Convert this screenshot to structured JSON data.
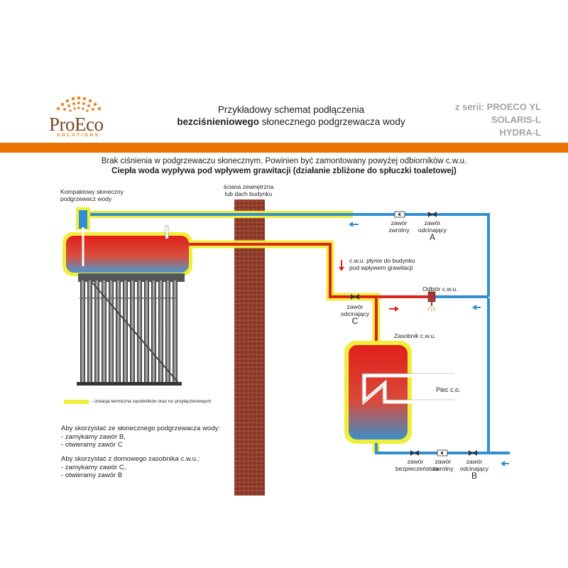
{
  "header": {
    "logo_text": "ProEco",
    "logo_sub": "SOLUTIONS",
    "title_line1": "Przykładowy schemat podłączenia",
    "title_line2_bold": "bezciśnieniowego",
    "title_line2_rest": " słonecznego podgrzewacza wody",
    "series": [
      "z serii: PROECO YL",
      "SOLARIS-L",
      "HYDRA-L"
    ],
    "accent": "#ee7203"
  },
  "intro": {
    "line1": "Brak ciśnienia w podgrzewaczu słonecznym. Powinien być zamontowany powyżej odbiorników c.w.u.",
    "line2": "Ciepła woda wypływa pod wpływem grawitacji (działanie zbliżone do spłuczki toaletowej)"
  },
  "diagram": {
    "heater_label": [
      "Kompaktowy słoneczny",
      "podgrzewacz wody"
    ],
    "wall_label": [
      "ściana zewnętrzna",
      "lub dach budynku"
    ],
    "valve_check_top": [
      "zawór",
      "zwrotny"
    ],
    "valve_shutoff_a": [
      "zawór",
      "odcinający"
    ],
    "letter_a": "A",
    "flow_note": [
      "c.w.u. płynie do budynku",
      "pod wpływem grawitacji"
    ],
    "valve_shutoff_c": [
      "zawór",
      "odcinający"
    ],
    "letter_c": "C",
    "outlet_label": "Odbiór c.w.u.",
    "tank_label": "Zasobnik c.w.u.",
    "boiler_label": "Piec c.o.",
    "valve_safety": [
      "zawór",
      "bezpieczeństwa"
    ],
    "valve_check_bottom": [
      "zawór",
      "zwrotny"
    ],
    "valve_shutoff_b": [
      "zawór",
      "odcinający"
    ],
    "letter_b": "B",
    "legend": "- izolacja termiczna zasobników oraz rur przyłączeniowych",
    "colors": {
      "insulation": "#f0ee3c",
      "cold_pipe": "#2f8fd0",
      "hot_pipe": "#d9261c",
      "wall": "#8b3a2a"
    }
  },
  "instructions": {
    "solar_title": "Aby skorzystać ze słonecznego podgrzewacza wody:",
    "solar_steps": [
      "- zamykamy zawór B,",
      "- otwieramy zawór C"
    ],
    "home_title": "Aby skorzystać z domowego zasobnika c.w.u.:",
    "home_steps": [
      "- zamykamy zawór C,",
      "- otwieramy zawór B"
    ]
  }
}
